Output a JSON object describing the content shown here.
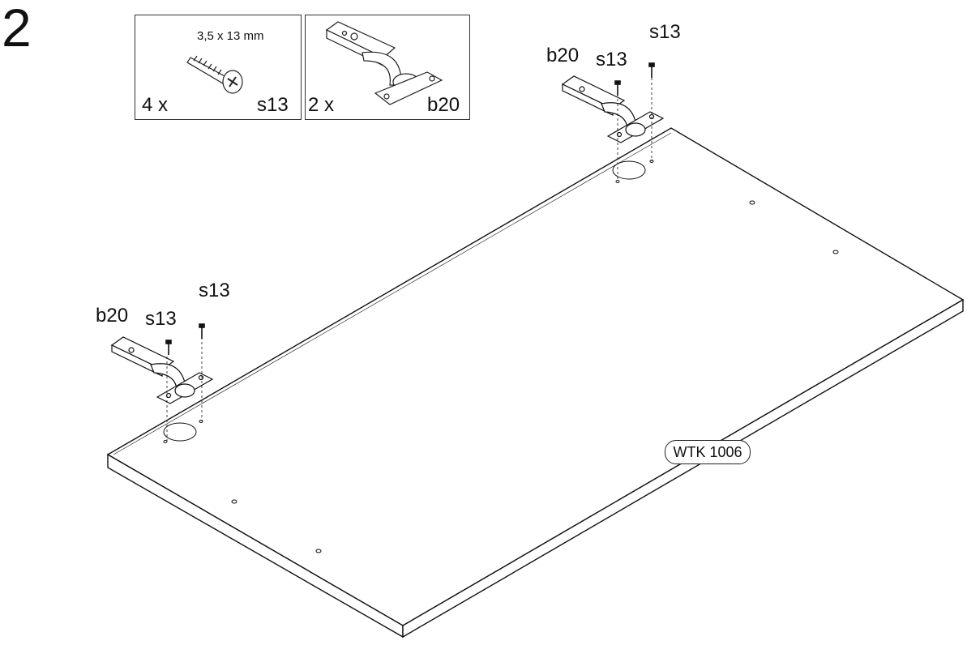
{
  "step_number": "2",
  "parts": {
    "screw": {
      "dimension": "3,5 x 13 mm",
      "quantity": "4 x",
      "code": "s13"
    },
    "hinge": {
      "quantity": "2 x",
      "code": "b20"
    }
  },
  "callouts": {
    "right_hinge": {
      "hinge_code": "b20",
      "screw_code_a": "s13",
      "screw_code_b": "s13"
    },
    "left_hinge": {
      "hinge_code": "b20",
      "screw_code_a": "s13",
      "screw_code_b": "s13"
    }
  },
  "panel": {
    "label": "WTK 1006"
  },
  "icons": [
    "screw-icon",
    "hinge-icon"
  ]
}
